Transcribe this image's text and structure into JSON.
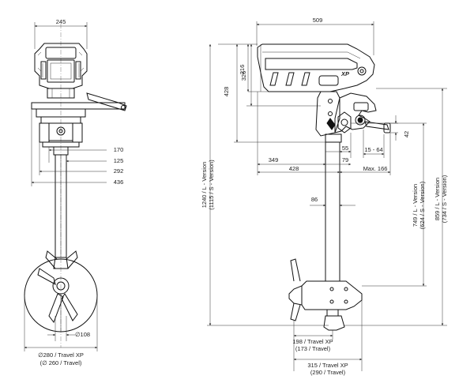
{
  "front_view": {
    "width_top": "245",
    "dim_170": "170",
    "dim_125": "125",
    "dim_292": "292",
    "dim_436": "436",
    "dia_108": "∅108",
    "dia_prop_line1": "∅280 / Travel XP",
    "dia_prop_line2": "(∅ 260 / Travel)"
  },
  "side_view": {
    "width_top": "509",
    "dim_428_vert": "428",
    "dim_326": "326",
    "dim_216": "216",
    "dim_55": "55",
    "dim_15_64": "15 - 64",
    "dim_42": "42",
    "dim_349": "349",
    "dim_79": "79",
    "dim_428_horiz": "428",
    "dim_max166": "Max. 166",
    "dim_86": "86",
    "total_height_line1": "1240 / L - Version",
    "total_height_line2": "(1115 / S - Version)",
    "shaft_749_line1": "749 / L - Version",
    "shaft_749_line2": "(624 / S - Version)",
    "shaft_859_line1": "859 / L - Version",
    "shaft_859_line2": "(734 / S - Version)",
    "dim_198_line1": "198 / Travel XP",
    "dim_198_line2": "(173 / Travel)",
    "dim_315_line1": "315 / Travel XP",
    "dim_315_line2": "(290 / Travel)",
    "logo_text": "XP"
  }
}
